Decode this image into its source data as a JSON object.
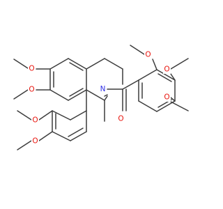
{
  "molecule": {
    "atom_labels": [
      {
        "id": "o-6",
        "text": "O",
        "color": "#e8140d"
      },
      {
        "id": "o-7",
        "text": "O",
        "color": "#e8140d"
      },
      {
        "id": "o-benzyl-3",
        "text": "O",
        "color": "#e8140d"
      },
      {
        "id": "o-benzyl-4",
        "text": "O",
        "color": "#e8140d"
      },
      {
        "id": "n-2",
        "text": "N",
        "color": "#2f2fe6"
      },
      {
        "id": "o-carbonyl",
        "text": "O",
        "color": "#e8140d"
      },
      {
        "id": "o-trimethoxy-3",
        "text": "O",
        "color": "#e8140d"
      },
      {
        "id": "o-trimethoxy-4",
        "text": "O",
        "color": "#e8140d"
      },
      {
        "id": "o-trimethoxy-5",
        "text": "O",
        "color": "#e8140d"
      }
    ],
    "colors": {
      "bond": "#3c3c3c",
      "oxygen": "#e8140d",
      "nitrogen": "#2f2fe6",
      "background": "#ffffff"
    }
  }
}
